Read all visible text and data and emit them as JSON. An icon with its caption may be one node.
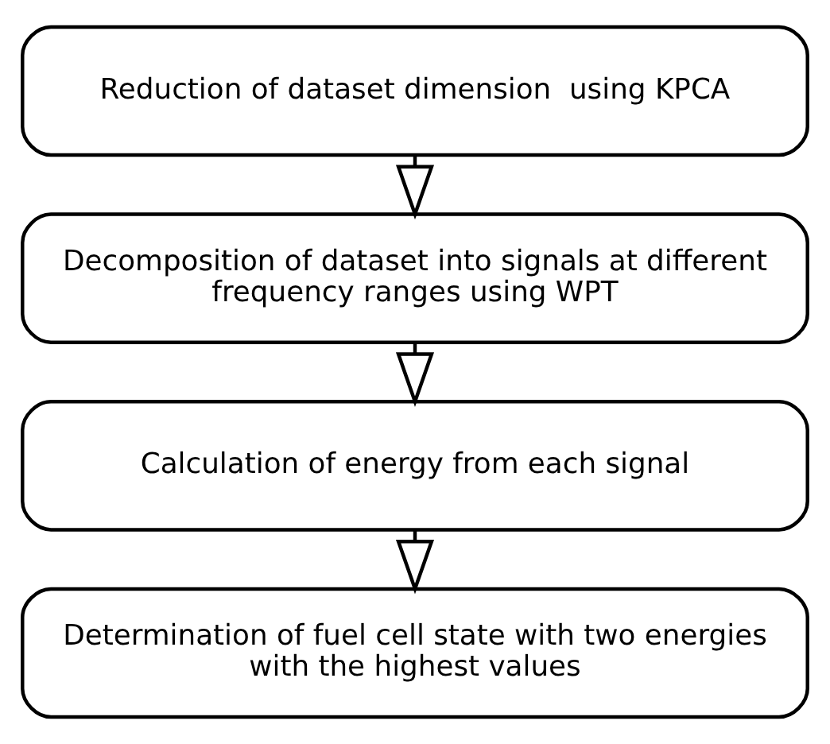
{
  "diagram": {
    "nodes": [
      {
        "text": [
          "Reduction of dataset dimension  using KPCA"
        ]
      },
      {
        "text": [
          "Decomposition of dataset into signals at different frequency ranges using WPT"
        ]
      },
      {
        "text": [
          "Calculation of energy from each signal"
        ]
      },
      {
        "text": [
          "Determination of fuel cell state with two energies with the highest values"
        ]
      }
    ],
    "edges": [
      {
        "from": 0,
        "to": 1,
        "arrow": "to"
      },
      {
        "from": 1,
        "to": 2,
        "arrow": "to"
      },
      {
        "from": 2,
        "to": 3,
        "arrow": "to"
      }
    ]
  }
}
